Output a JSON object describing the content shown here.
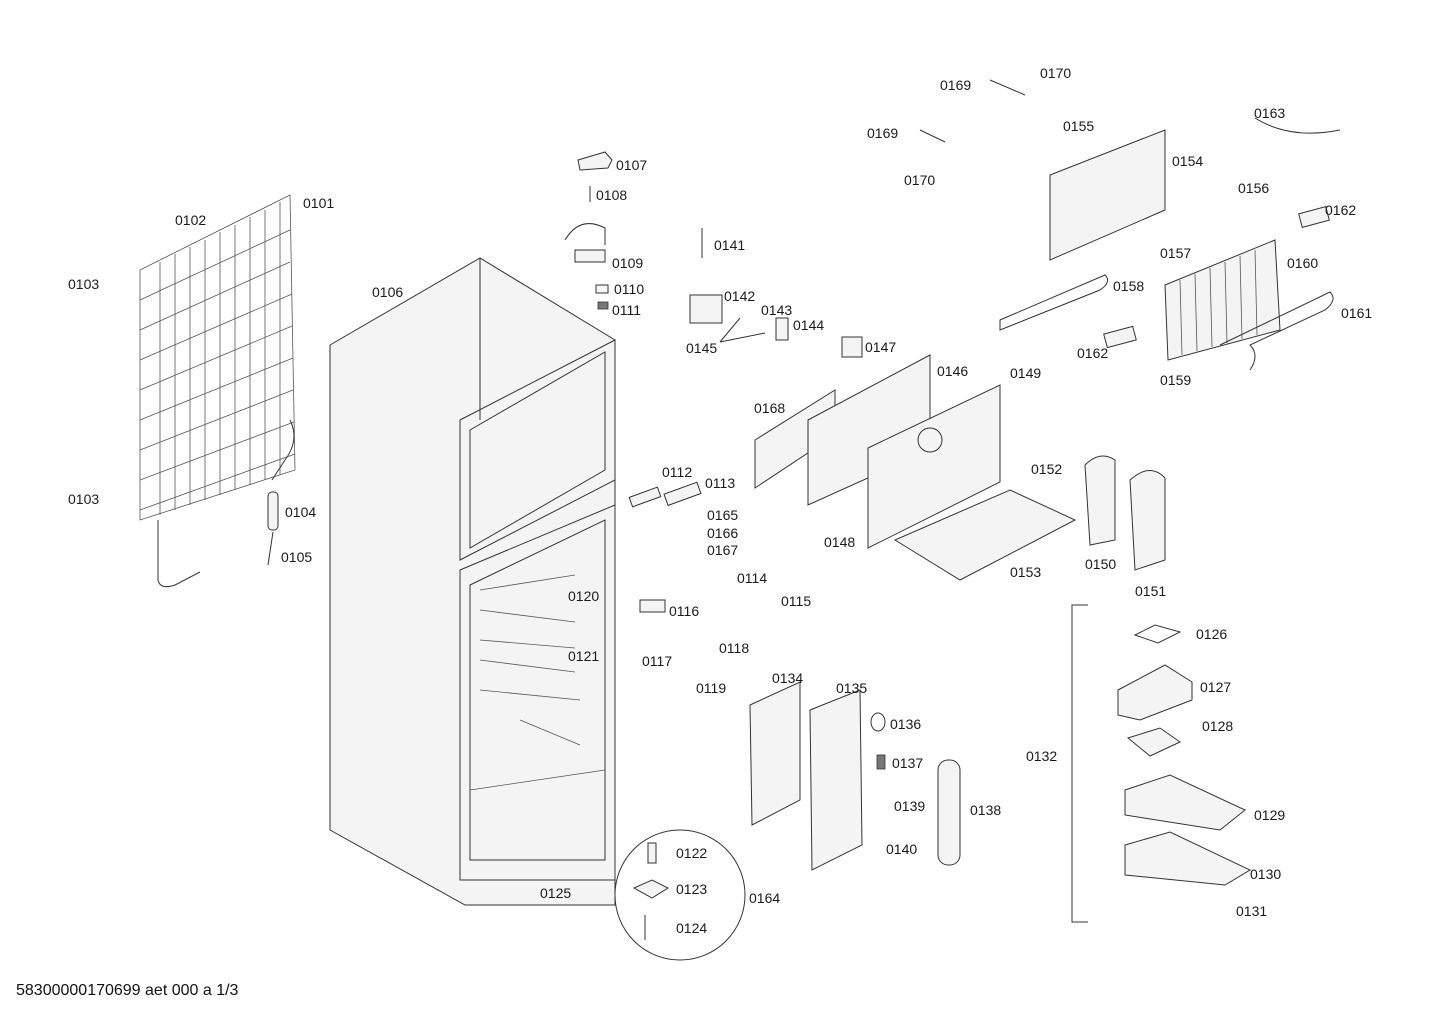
{
  "footer": "58300000170699 aet 000 a 1/3",
  "labels": {
    "p0101": "0101",
    "p0102": "0102",
    "p0103a": "0103",
    "p0103b": "0103",
    "p0104": "0104",
    "p0105": "0105",
    "p0106": "0106",
    "p0107": "0107",
    "p0108": "0108",
    "p0109": "0109",
    "p0110": "0110",
    "p0111": "0111",
    "p0112": "0112",
    "p0113": "0113",
    "p0114": "0114",
    "p0115": "0115",
    "p0116": "0116",
    "p0117": "0117",
    "p0118": "0118",
    "p0119": "0119",
    "p0120": "0120",
    "p0121": "0121",
    "p0122": "0122",
    "p0123": "0123",
    "p0124": "0124",
    "p0125": "0125",
    "p0126": "0126",
    "p0127": "0127",
    "p0128": "0128",
    "p0129": "0129",
    "p0130": "0130",
    "p0131": "0131",
    "p0132": "0132",
    "p0134": "0134",
    "p0135": "0135",
    "p0136": "0136",
    "p0137": "0137",
    "p0138": "0138",
    "p0139": "0139",
    "p0140": "0140",
    "p0141": "0141",
    "p0142": "0142",
    "p0143": "0143",
    "p0144": "0144",
    "p0145": "0145",
    "p0146": "0146",
    "p0147": "0147",
    "p0148": "0148",
    "p0149": "0149",
    "p0150": "0150",
    "p0151": "0151",
    "p0152": "0152",
    "p0153": "0153",
    "p0154": "0154",
    "p0155": "0155",
    "p0156": "0156",
    "p0157": "0157",
    "p0158": "0158",
    "p0159": "0159",
    "p0160": "0160",
    "p0161": "0161",
    "p0162a": "0162",
    "p0162b": "0162",
    "p0163": "0163",
    "p0164": "0164",
    "p0165": "0165",
    "p0166": "0166",
    "p0167": "0167",
    "p0168": "0168",
    "p0169a": "0169",
    "p0169b": "0169",
    "p0170a": "0170",
    "p0170b": "0170"
  }
}
